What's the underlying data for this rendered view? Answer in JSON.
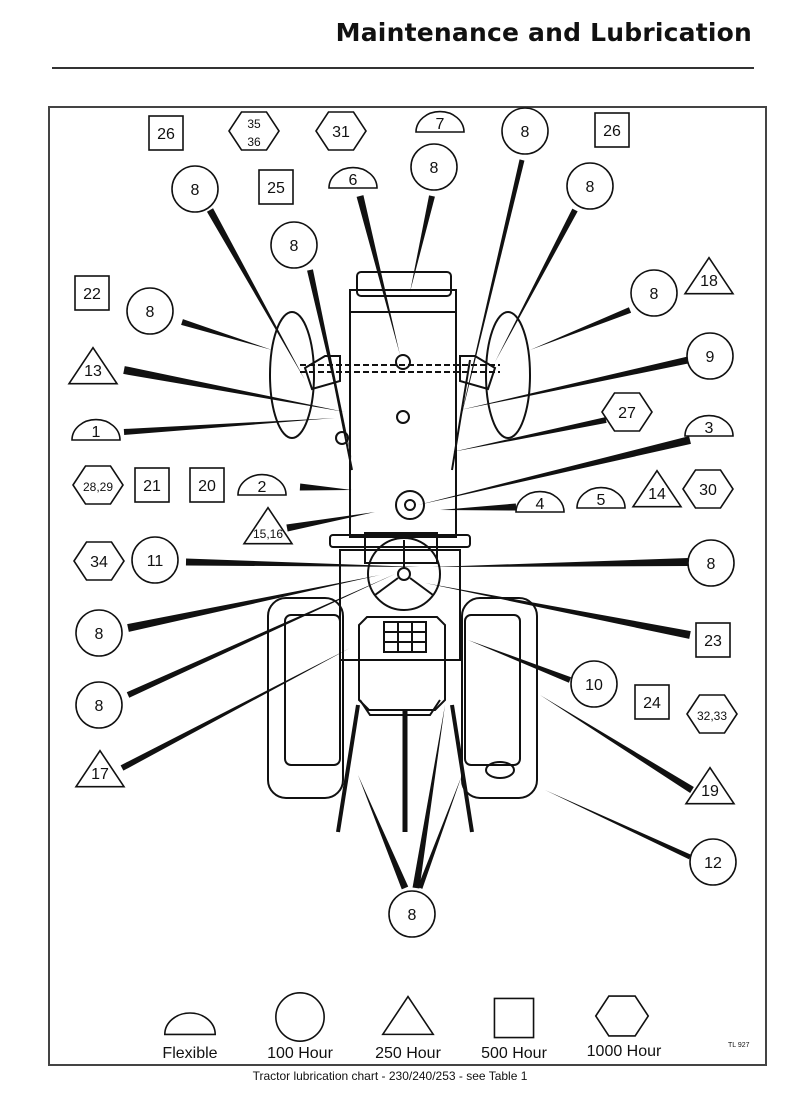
{
  "header": {
    "title": "Maintenance and Lubrication"
  },
  "caption": "Tractor lubrication chart - 230/240/253 - see Table 1",
  "figure_code": "TL 927",
  "legend": [
    {
      "shape": "semicircle",
      "label": "Flexible"
    },
    {
      "shape": "circle",
      "label": "100 Hour"
    },
    {
      "shape": "triangle",
      "label": "250 Hour"
    },
    {
      "shape": "square",
      "label": "500 Hour"
    },
    {
      "shape": "hexagon",
      "label": "1000 Hour"
    }
  ],
  "callouts": [
    {
      "label": "26",
      "shape": "square",
      "interval": "500 Hour"
    },
    {
      "label": "35\n36",
      "shape": "hexagon",
      "interval": "1000 Hour"
    },
    {
      "label": "31",
      "shape": "hexagon",
      "interval": "1000 Hour"
    },
    {
      "label": "7",
      "shape": "semicircle",
      "interval": "Flexible"
    },
    {
      "label": "8",
      "shape": "circle",
      "interval": "100 Hour"
    },
    {
      "label": "26",
      "shape": "square",
      "interval": "500 Hour"
    },
    {
      "label": "8",
      "shape": "circle",
      "interval": "100 Hour"
    },
    {
      "label": "25",
      "shape": "square",
      "interval": "500 Hour"
    },
    {
      "label": "6",
      "shape": "semicircle",
      "interval": "Flexible"
    },
    {
      "label": "8",
      "shape": "circle",
      "interval": "100 Hour"
    },
    {
      "label": "8",
      "shape": "circle",
      "interval": "100 Hour"
    },
    {
      "label": "8",
      "shape": "circle",
      "interval": "100 Hour"
    },
    {
      "label": "22",
      "shape": "square",
      "interval": "500 Hour"
    },
    {
      "label": "8",
      "shape": "circle",
      "interval": "100 Hour"
    },
    {
      "label": "8",
      "shape": "circle",
      "interval": "100 Hour"
    },
    {
      "label": "18",
      "shape": "triangle",
      "interval": "250 Hour"
    },
    {
      "label": "13",
      "shape": "triangle",
      "interval": "250 Hour"
    },
    {
      "label": "9",
      "shape": "circle",
      "interval": "100 Hour"
    },
    {
      "label": "1",
      "shape": "semicircle",
      "interval": "Flexible"
    },
    {
      "label": "27",
      "shape": "hexagon",
      "interval": "1000 Hour"
    },
    {
      "label": "3",
      "shape": "semicircle",
      "interval": "Flexible"
    },
    {
      "label": "28,29",
      "shape": "hexagon",
      "interval": "1000 Hour"
    },
    {
      "label": "21",
      "shape": "square",
      "interval": "500 Hour"
    },
    {
      "label": "20",
      "shape": "square",
      "interval": "500 Hour"
    },
    {
      "label": "2",
      "shape": "semicircle",
      "interval": "Flexible"
    },
    {
      "label": "4",
      "shape": "semicircle",
      "interval": "Flexible"
    },
    {
      "label": "5",
      "shape": "semicircle",
      "interval": "Flexible"
    },
    {
      "label": "14",
      "shape": "triangle",
      "interval": "250 Hour"
    },
    {
      "label": "30",
      "shape": "hexagon",
      "interval": "1000 Hour"
    },
    {
      "label": "15,16",
      "shape": "triangle",
      "interval": "250 Hour"
    },
    {
      "label": "34",
      "shape": "hexagon",
      "interval": "1000 Hour"
    },
    {
      "label": "11",
      "shape": "circle",
      "interval": "100 Hour"
    },
    {
      "label": "8",
      "shape": "circle",
      "interval": "100 Hour"
    },
    {
      "label": "8",
      "shape": "circle",
      "interval": "100 Hour"
    },
    {
      "label": "23",
      "shape": "square",
      "interval": "500 Hour"
    },
    {
      "label": "10",
      "shape": "circle",
      "interval": "100 Hour"
    },
    {
      "label": "8",
      "shape": "circle",
      "interval": "100 Hour"
    },
    {
      "label": "24",
      "shape": "square",
      "interval": "500 Hour"
    },
    {
      "label": "32,33",
      "shape": "hexagon",
      "interval": "1000 Hour"
    },
    {
      "label": "17",
      "shape": "triangle",
      "interval": "250 Hour"
    },
    {
      "label": "19",
      "shape": "triangle",
      "interval": "250 Hour"
    },
    {
      "label": "12",
      "shape": "circle",
      "interval": "100 Hour"
    },
    {
      "label": "8",
      "shape": "circle",
      "interval": "100 Hour"
    }
  ]
}
